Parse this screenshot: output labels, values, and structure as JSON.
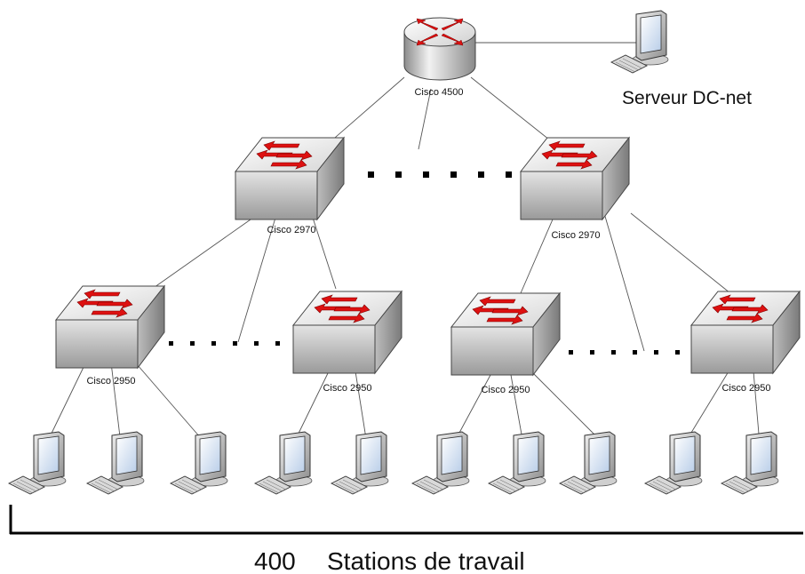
{
  "router": {
    "label": "Cisco 4500"
  },
  "server": {
    "label": "Serveur DC-net"
  },
  "distribution_switches": [
    {
      "label": "Cisco 2970"
    },
    {
      "label": "Cisco 2970"
    }
  ],
  "access_switches": [
    {
      "label": "Cisco 2950"
    },
    {
      "label": "Cisco 2950"
    },
    {
      "label": "Cisco 2950"
    },
    {
      "label": "Cisco 2950"
    }
  ],
  "workstations_caption": {
    "count": "400",
    "text": "Stations de travail"
  }
}
